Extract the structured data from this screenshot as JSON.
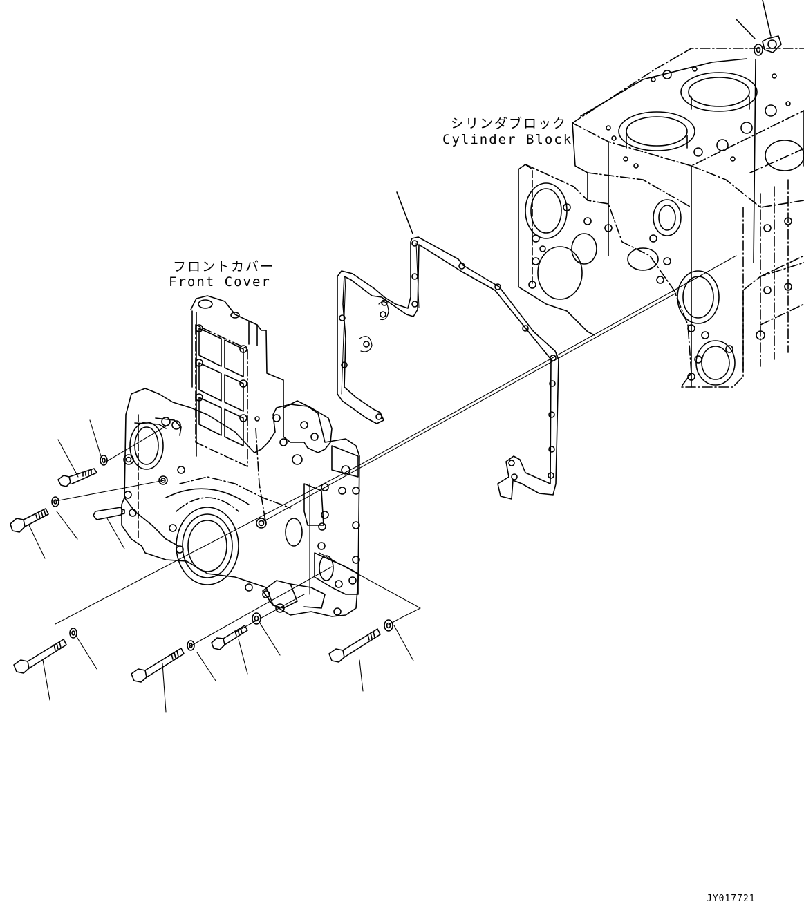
{
  "labels": {
    "cylinder_block_jp": "シリンダブロック",
    "cylinder_block_en": "Cylinder Block",
    "front_cover_jp": "フロントカバー",
    "front_cover_en": "Front Cover"
  },
  "drawing_code": "JY017721",
  "colors": {
    "line": "#000000",
    "background": "#ffffff"
  }
}
